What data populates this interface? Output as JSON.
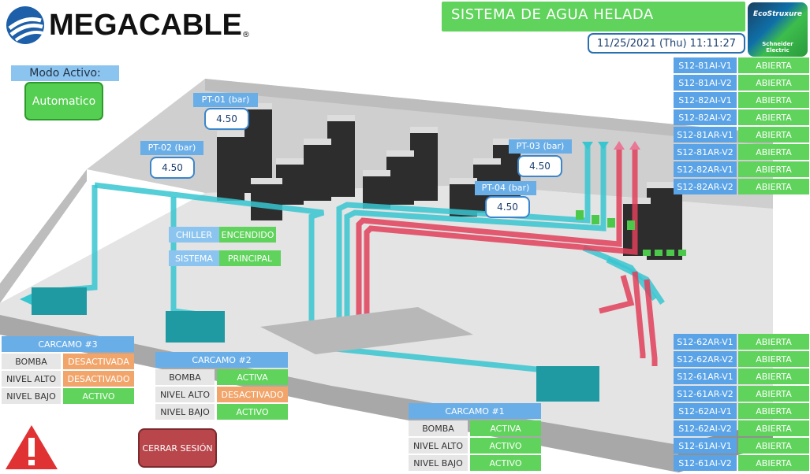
{
  "brand": {
    "name": "MEGACABLE",
    "reg_mark": "®"
  },
  "header": {
    "title": "SISTEMA DE AGUA HELADA",
    "datetime": "11/25/2021 (Thu) 11:11:27"
  },
  "eco_logo": {
    "line1": "EcoStruxure",
    "line2": "Schneider",
    "line3": "Electric"
  },
  "mode": {
    "label": "Modo Activo:",
    "value": "Automatico"
  },
  "pressure": [
    {
      "label": "PT-01 (bar)",
      "value": "4.50"
    },
    {
      "label": "PT-02 (bar)",
      "value": "4.50"
    },
    {
      "label": "PT-03 (bar)",
      "value": "4.50"
    },
    {
      "label": "PT-04 (bar)",
      "value": "4.50"
    }
  ],
  "chiller": {
    "label": "CHILLER",
    "value": "ENCENDIDO"
  },
  "sistema": {
    "label": "SISTEMA",
    "value": "PRINCIPAL"
  },
  "valves_top": [
    {
      "name": "S12-81AI-V1",
      "state": "ABIERTA"
    },
    {
      "name": "S12-81AI-V2",
      "state": "ABIERTA"
    },
    {
      "name": "S12-82AI-V1",
      "state": "ABIERTA"
    },
    {
      "name": "S12-82AI-V2",
      "state": "ABIERTA"
    },
    {
      "name": "S12-81AR-V1",
      "state": "ABIERTA"
    },
    {
      "name": "S12-81AR-V2",
      "state": "ABIERTA"
    },
    {
      "name": "S12-82AR-V1",
      "state": "ABIERTA"
    },
    {
      "name": "S12-82AR-V2",
      "state": "ABIERTA"
    }
  ],
  "valves_bottom": [
    {
      "name": "S12-62AR-V1",
      "state": "ABIERTA"
    },
    {
      "name": "S12-62AR-V2",
      "state": "ABIERTA"
    },
    {
      "name": "S12-61AR-V1",
      "state": "ABIERTA"
    },
    {
      "name": "S12-61AR-V2",
      "state": "ABIERTA"
    },
    {
      "name": "S12-62AI-V1",
      "state": "ABIERTA"
    },
    {
      "name": "S12-62AI-V2",
      "state": "ABIERTA"
    },
    {
      "name": "S12-61AI-V1",
      "state": "ABIERTA"
    },
    {
      "name": "S12-61AI-V2",
      "state": "ABIERTA"
    }
  ],
  "carcamo3": {
    "title": "CARCAMO #3",
    "rows": [
      {
        "label": "BOMBA",
        "value": "DESACTIVADA"
      },
      {
        "label": "NIVEL ALTO",
        "value": "DESACTIVADO"
      },
      {
        "label": "NIVEL BAJO",
        "value": "ACTIVO"
      }
    ]
  },
  "carcamo2": {
    "title": "CARCAMO #2",
    "rows": [
      {
        "label": "BOMBA",
        "value": "ACTIVA"
      },
      {
        "label": "NIVEL ALTO",
        "value": "DESACTIVADO"
      },
      {
        "label": "NIVEL BAJO",
        "value": "ACTIVO"
      }
    ]
  },
  "carcamo1": {
    "title": "CARCAMO #1",
    "rows": [
      {
        "label": "BOMBA",
        "value": "ACTIVA"
      },
      {
        "label": "NIVEL ALTO",
        "value": "ACTIVO"
      },
      {
        "label": "NIVEL BAJO",
        "value": "ACTIVO"
      }
    ]
  },
  "logout": {
    "label": "CERRAR SESIÓN"
  },
  "colors": {
    "green": "#5fd35b",
    "blue": "#6aaee8",
    "orange": "#f2a56b",
    "cold_pipe": "#37c6d0",
    "hot_pipe": "#e0405a"
  }
}
